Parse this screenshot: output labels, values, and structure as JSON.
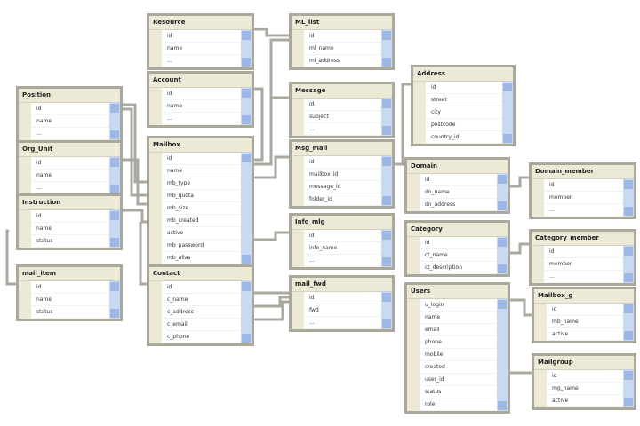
{
  "tables": [
    {
      "name": "Resource",
      "columns": [
        "id",
        "name",
        "..."
      ]
    },
    {
      "name": "Account",
      "columns": [
        "id",
        "name",
        "..."
      ]
    },
    {
      "name": "Position",
      "columns": [
        "id",
        "name",
        "..."
      ]
    },
    {
      "name": "Org_Unit",
      "columns": [
        "id",
        "name",
        "..."
      ]
    },
    {
      "name": "Instruction",
      "columns": [
        "id",
        "name",
        "status"
      ]
    },
    {
      "name": "mail_item",
      "columns": [
        "id",
        "name",
        "status"
      ]
    },
    {
      "name": "Mailbox",
      "columns": [
        "id",
        "name",
        "mb_type",
        "mb_quota",
        "mb_size",
        "mb_created",
        "active",
        "mb_password",
        "mb_alias"
      ]
    },
    {
      "name": "Contact",
      "columns": [
        "id",
        "c_name",
        "c_address",
        "c_email",
        "c_phone"
      ]
    },
    {
      "name": "ML_list",
      "columns": [
        "id",
        "ml_name",
        "ml_address"
      ]
    },
    {
      "name": "Message",
      "columns": [
        "id",
        "subject",
        "..."
      ]
    },
    {
      "name": "Msg_mail",
      "columns": [
        "id",
        "mailbox_id",
        "message_id",
        "folder_id"
      ]
    },
    {
      "name": "Info_mlg",
      "columns": [
        "id",
        "info_name",
        "..."
      ]
    },
    {
      "name": "mail_fwd",
      "columns": [
        "id",
        "fwd",
        "..."
      ]
    },
    {
      "name": "Address",
      "columns": [
        "id",
        "street",
        "city",
        "postcode",
        "country_id"
      ]
    },
    {
      "name": "Domain",
      "columns": [
        "id",
        "dn_name",
        "dn_address"
      ]
    },
    {
      "name": "Domain_member",
      "columns": [
        "id",
        "member",
        "..."
      ]
    },
    {
      "name": "Category",
      "columns": [
        "id",
        "ct_name",
        "ct_description"
      ]
    },
    {
      "name": "Category_member",
      "columns": [
        "id",
        "member",
        "..."
      ]
    },
    {
      "name": "Users",
      "columns": [
        "u_login",
        "name",
        "email",
        "phone",
        "mobile",
        "created",
        "user_id",
        "status",
        "role"
      ]
    },
    {
      "name": "Mailbox_g",
      "columns": [
        "id",
        "mb_name",
        "active"
      ]
    },
    {
      "name": "Mailgroup",
      "columns": [
        "id",
        "mg_name",
        "active"
      ]
    }
  ]
}
